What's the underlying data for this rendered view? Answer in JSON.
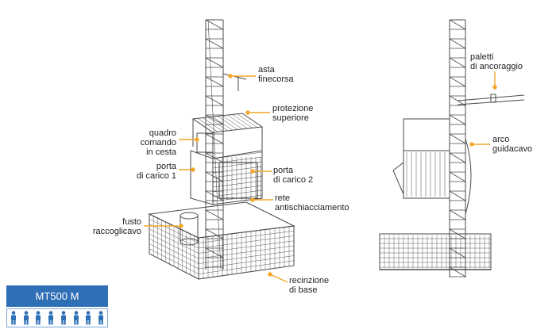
{
  "labels": {
    "asta_finecorsa": "asta\nfinecorsa",
    "protezione_superiore": "protezione\nsuperiore",
    "quadro_comando": "quadro\ncomando\nin cesta",
    "porta_carico_1": "porta\ndi carico 1",
    "porta_carico_2": "porta\ndi carico 2",
    "rete_antischiacciamento": "rete\nantischiacciamento",
    "fusto_raccoglicavo": "fusto\nraccoglicavo",
    "recinzione_base": "recinzione\ndi base",
    "paletti_ancoraggio": "paletti\ndi ancoraggio",
    "arco_guidacavo": "arco\nguidacavo"
  },
  "model": {
    "name": "MT500 M",
    "capacity_persons": 8
  },
  "colors": {
    "leader": "#f2a628",
    "line": "#4a4a4a",
    "accent": "#2f6fb6"
  }
}
